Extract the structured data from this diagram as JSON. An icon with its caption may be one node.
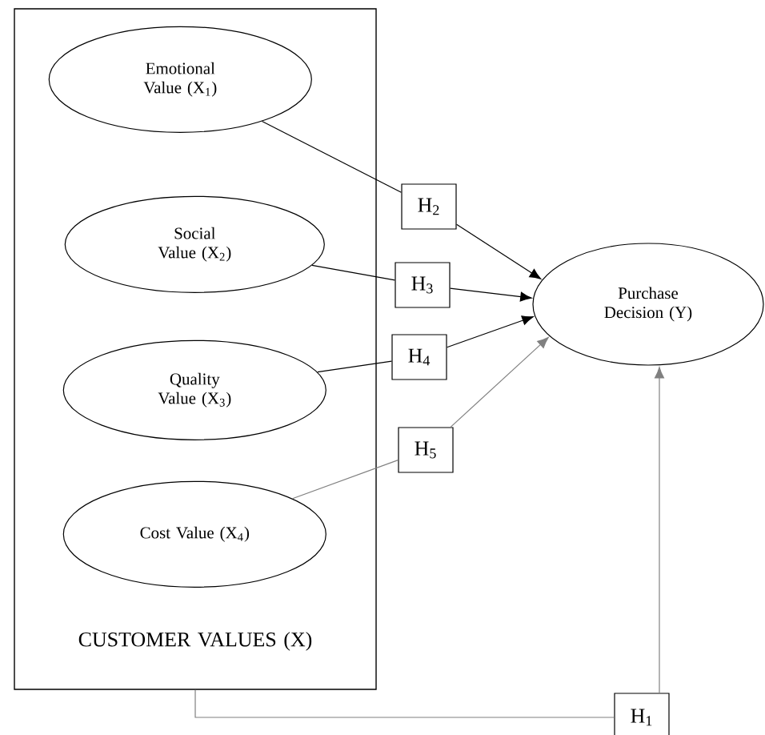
{
  "diagram": {
    "nodes": [
      {
        "text": [
          "CUSTOMER VALUES (X)"
        ]
      },
      {
        "text": [
          "Emotional Value (X$_{1}$)"
        ],
        "in": 0
      },
      {
        "text": [
          "Social Value (X$_{2}$)"
        ],
        "in": 0
      },
      {
        "text": [
          "Quality Value (X$_{3}$)"
        ],
        "in": 0
      },
      {
        "text": [
          "Cost Value (X$_{4}$)"
        ],
        "in": 0
      },
      {
        "text": [
          "H$_{2}$"
        ]
      },
      {
        "text": [
          "H$_{3}$"
        ]
      },
      {
        "text": [
          "H$_{4}$"
        ]
      },
      {
        "text": [
          "H$_{5}$"
        ]
      },
      {
        "text": [
          "Purchase Decision (Y)"
        ]
      },
      {
        "text": [
          "H$_{1}$"
        ]
      }
    ],
    "edges": [
      {
        "from": 1,
        "to": 5,
        "arrow": "none"
      },
      {
        "from": 5,
        "to": 9,
        "arrow": "to"
      },
      {
        "from": 2,
        "to": 6,
        "arrow": "none"
      },
      {
        "from": 6,
        "to": 9,
        "arrow": "to"
      },
      {
        "from": 3,
        "to": 7,
        "arrow": "none"
      },
      {
        "from": 7,
        "to": 9,
        "arrow": "to"
      },
      {
        "from": 4,
        "to": 8,
        "arrow": "none",
        "color": "#808080"
      },
      {
        "from": 8,
        "to": 9,
        "arrow": "to",
        "color": "#808080"
      },
      {
        "from": 0,
        "to": 10,
        "arrow": "none",
        "color": "#808080"
      },
      {
        "from": 10,
        "to": 9,
        "arrow": "to",
        "color": "#808080"
      }
    ]
  }
}
